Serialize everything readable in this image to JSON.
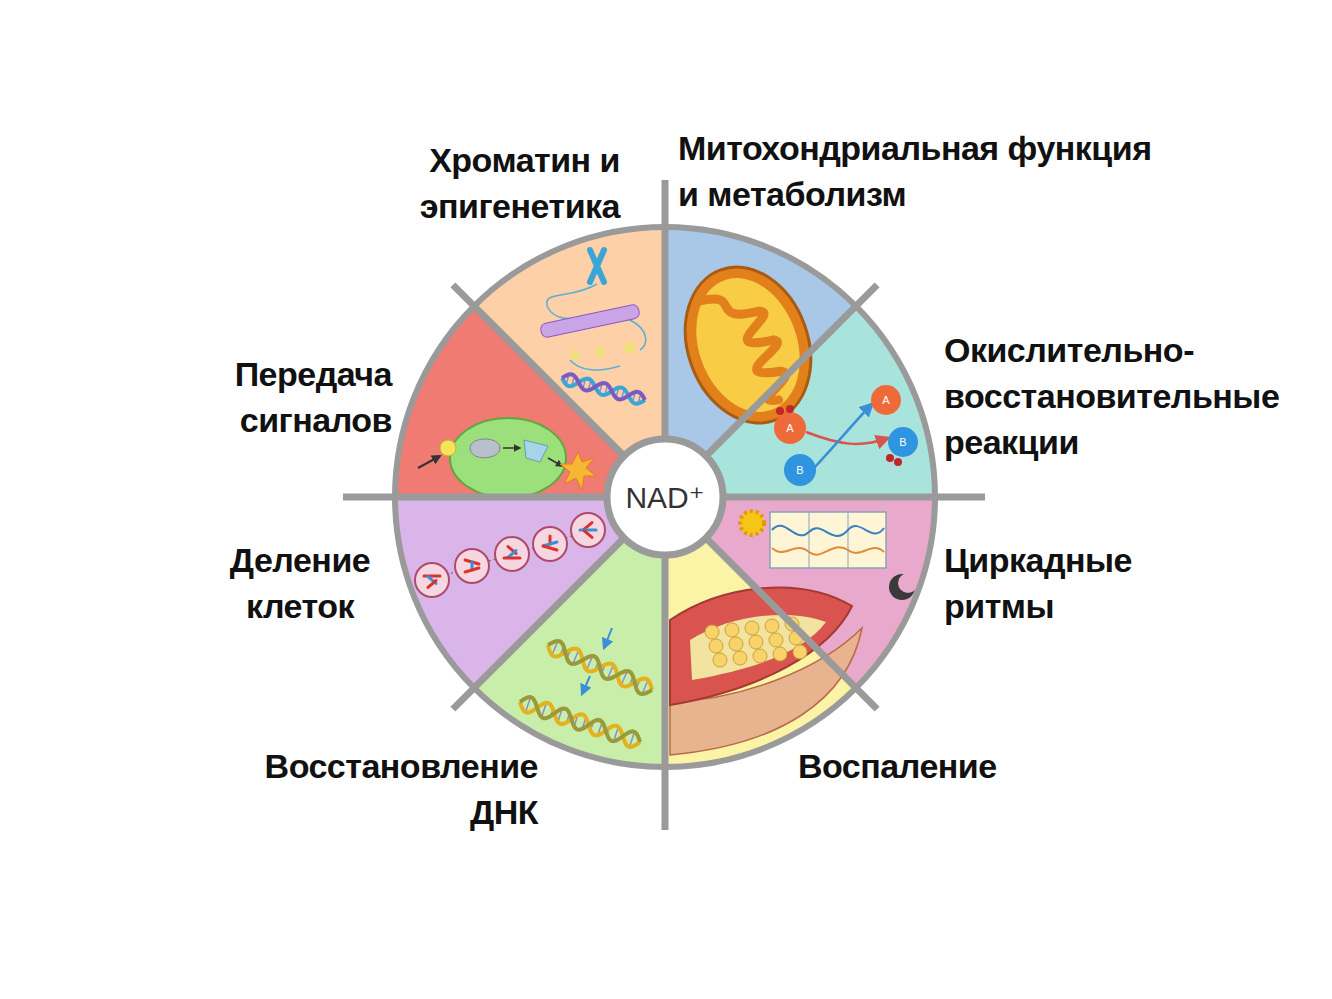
{
  "diagram": {
    "nodes": [
      {
        "text": [
          "Хроматин и эпигенетика"
        ]
      },
      {
        "text": [
          "Митохондриальная функция и метаболизм"
        ]
      },
      {
        "text": [
          "Окислительно-восстановительные реакции"
        ]
      },
      {
        "text": [
          "Циркадные ритмы"
        ]
      },
      {
        "text": [
          "Воспаление"
        ]
      },
      {
        "text": [
          "Восстановление ДНК"
        ]
      },
      {
        "text": [
          "Деление клеток"
        ]
      },
      {
        "text": [
          "Передача сигналов"
        ]
      },
      {
        "text": [
          "NAD⁺"
        ]
      }
    ],
    "labels": [
      "A",
      "B",
      "A",
      "B"
    ]
  }
}
